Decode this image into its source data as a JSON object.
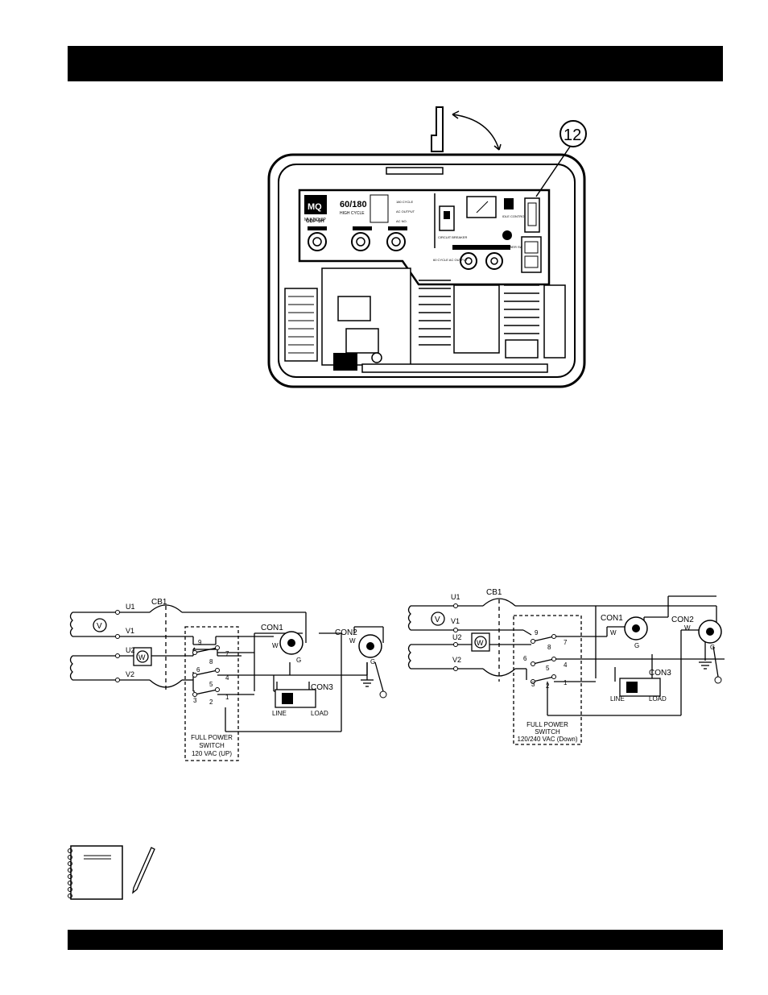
{
  "illustration": {
    "callout": "12",
    "panel": {
      "logo": "MQ",
      "brand": "MULTIQUIP",
      "rating": "60/180",
      "cycle": "HIGH CYCLE",
      "model": "GDP-5H",
      "labels": [
        "180 CYCLE",
        "AC OUTPUT",
        "AC NO.",
        "CIRCUIT BREAKER",
        "IDLE CONTROL",
        "FULL POWER SWITCH",
        "60 CYCLE AC OUTPUT"
      ]
    }
  },
  "diagram_left": {
    "cb": "CB1",
    "terminals": [
      "U1",
      "V1",
      "U2",
      "V2"
    ],
    "meters": [
      "V",
      "W"
    ],
    "switch_pins": [
      "9",
      "8",
      "7",
      "6",
      "5",
      "4",
      "3",
      "2",
      "1"
    ],
    "con1": "CON1",
    "con2": "CON2",
    "con3": "CON3",
    "w": "W",
    "g": "G",
    "line": "LINE",
    "load": "LOAD",
    "caption": [
      "FULL POWER",
      "SWITCH",
      "120 VAC (UP)"
    ]
  },
  "diagram_right": {
    "cb": "CB1",
    "terminals": [
      "U1",
      "V1",
      "U2",
      "V2"
    ],
    "meters": [
      "V",
      "W"
    ],
    "switch_pins": [
      "9",
      "8",
      "7",
      "6",
      "5",
      "4",
      "3",
      "2",
      "1"
    ],
    "con1": "CON1",
    "con2": "CON2",
    "con3": "CON3",
    "w": "W",
    "g": "G",
    "line": "LINE",
    "load": "LOAD",
    "caption": [
      "FULL POWER",
      "SWITCH",
      "120/240 VAC (Down)"
    ]
  }
}
